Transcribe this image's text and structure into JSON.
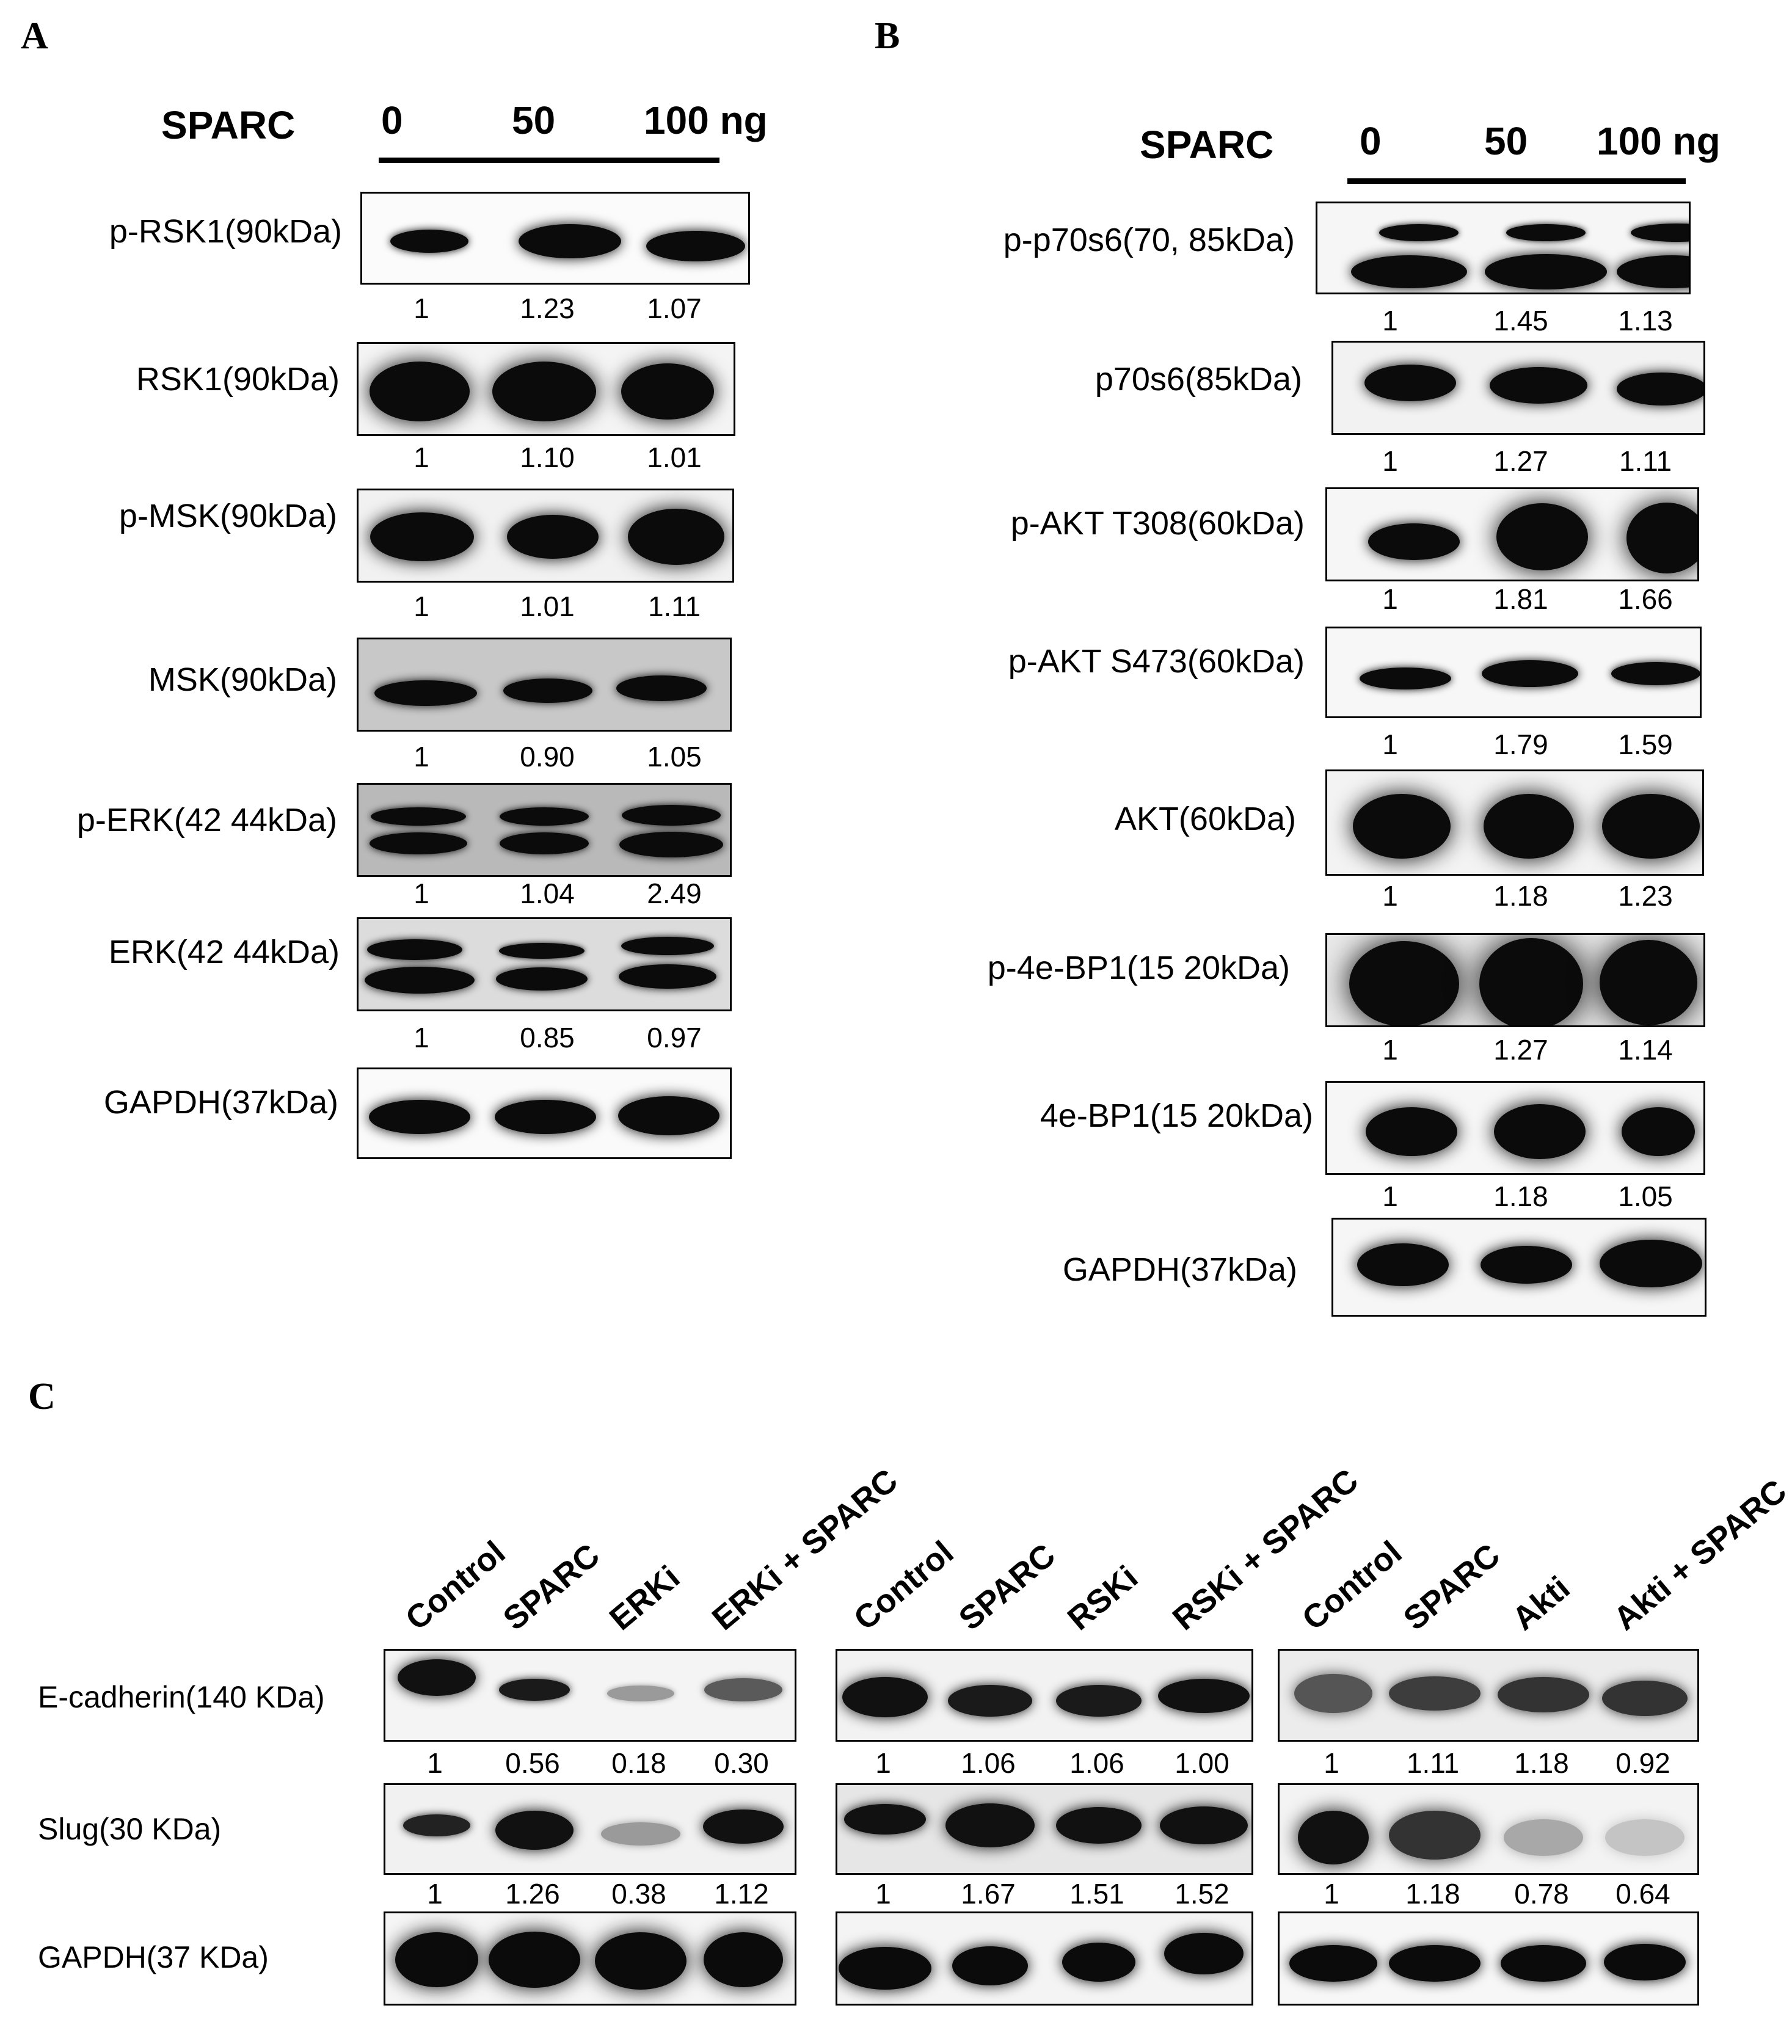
{
  "panels": {
    "A": {
      "letter": "A",
      "treatment": "SPARC",
      "doses": [
        "0",
        "50",
        "100 ng"
      ],
      "blots": [
        {
          "label": "p-RSK1(90kDa)",
          "values": [
            "1",
            "1.23",
            "1.07"
          ]
        },
        {
          "label": "RSK1(90kDa)",
          "values": [
            "1",
            "1.10",
            "1.01"
          ]
        },
        {
          "label": "p-MSK(90kDa)",
          "values": [
            "1",
            "1.01",
            "1.11"
          ]
        },
        {
          "label": "MSK(90kDa)",
          "values": [
            "1",
            "0.90",
            "1.05"
          ]
        },
        {
          "label": "p-ERK(42 44kDa)",
          "values": [
            "1",
            "1.04",
            "2.49"
          ]
        },
        {
          "label": "ERK(42 44kDa)",
          "values": [
            "1",
            "0.85",
            "0.97"
          ]
        },
        {
          "label": "GAPDH(37kDa)",
          "values": []
        }
      ]
    },
    "B": {
      "letter": "B",
      "treatment": "SPARC",
      "doses": [
        "0",
        "50",
        "100 ng"
      ],
      "blots": [
        {
          "label": "p-p70s6(70, 85kDa)",
          "values": [
            "1",
            "1.45",
            "1.13"
          ]
        },
        {
          "label": "p70s6(85kDa)",
          "values": [
            "1",
            "1.27",
            "1.11"
          ]
        },
        {
          "label": "p-AKT T308(60kDa)",
          "values": [
            "1",
            "1.81",
            "1.66"
          ]
        },
        {
          "label": "p-AKT S473(60kDa)",
          "values": [
            "1",
            "1.79",
            "1.59"
          ]
        },
        {
          "label": "AKT(60kDa)",
          "values": [
            "1",
            "1.18",
            "1.23"
          ]
        },
        {
          "label": "p-4e-BP1(15 20kDa)",
          "values": [
            "1",
            "1.27",
            "1.14"
          ]
        },
        {
          "label": "4e-BP1(15 20kDa)",
          "values": [
            "1",
            "1.18",
            "1.05"
          ]
        },
        {
          "label": "GAPDH(37kDa)",
          "values": []
        }
      ]
    },
    "C": {
      "letter": "C",
      "row_labels": [
        "E-cadherin(140 KDa)",
        "Slug(30 KDa)",
        "GAPDH(37 KDa)"
      ],
      "groups": [
        {
          "lanes": [
            "Control",
            "SPARC",
            "ERKi",
            "ERKi + SPARC"
          ],
          "ecad_values": [
            "1",
            "0.56",
            "0.18",
            "0.30"
          ],
          "slug_values": [
            "1",
            "1.26",
            "0.38",
            "1.12"
          ]
        },
        {
          "lanes": [
            "Control",
            "SPARC",
            "RSKi",
            "RSKi + SPARC"
          ],
          "ecad_values": [
            "1",
            "1.06",
            "1.06",
            "1.00"
          ],
          "slug_values": [
            "1",
            "1.67",
            "1.51",
            "1.52"
          ]
        },
        {
          "lanes": [
            "Control",
            "SPARC",
            "Akti",
            "Akti + SPARC"
          ],
          "ecad_values": [
            "1",
            "1.11",
            "1.18",
            "0.92"
          ],
          "slug_values": [
            "1",
            "1.18",
            "0.78",
            "0.64"
          ]
        }
      ]
    }
  }
}
